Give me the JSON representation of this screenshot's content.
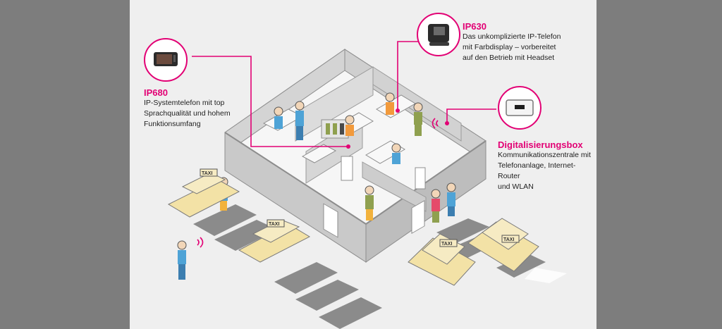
{
  "colors": {
    "magenta": "#e20074",
    "taxi": "#f3e2a6",
    "wall": "#c9c9c9",
    "background": "#efefef",
    "side": "#7d7d7d"
  },
  "ip680": {
    "title": "IP680",
    "lines": [
      "IP-Systemtelefon mit top",
      "Sprachqualität und hohem",
      "Funktionsumfang"
    ],
    "icon": "ip680-tablet-phone-icon"
  },
  "ip630": {
    "title": "IP630",
    "lines": [
      "Das unkomplizierte IP-Telefon",
      "mit Farbdisplay – vorbereitet",
      "auf den Betrieb mit Headset"
    ],
    "icon": "ip630-desk-phone-icon"
  },
  "box": {
    "title": "Digitalisierungsbox",
    "lines": [
      "Kommunikationszentrale mit",
      "Telefonanlage, Internet-Router",
      "und WLAN"
    ],
    "icon": "router-box-icon"
  },
  "taxi_sign": "TAXI"
}
